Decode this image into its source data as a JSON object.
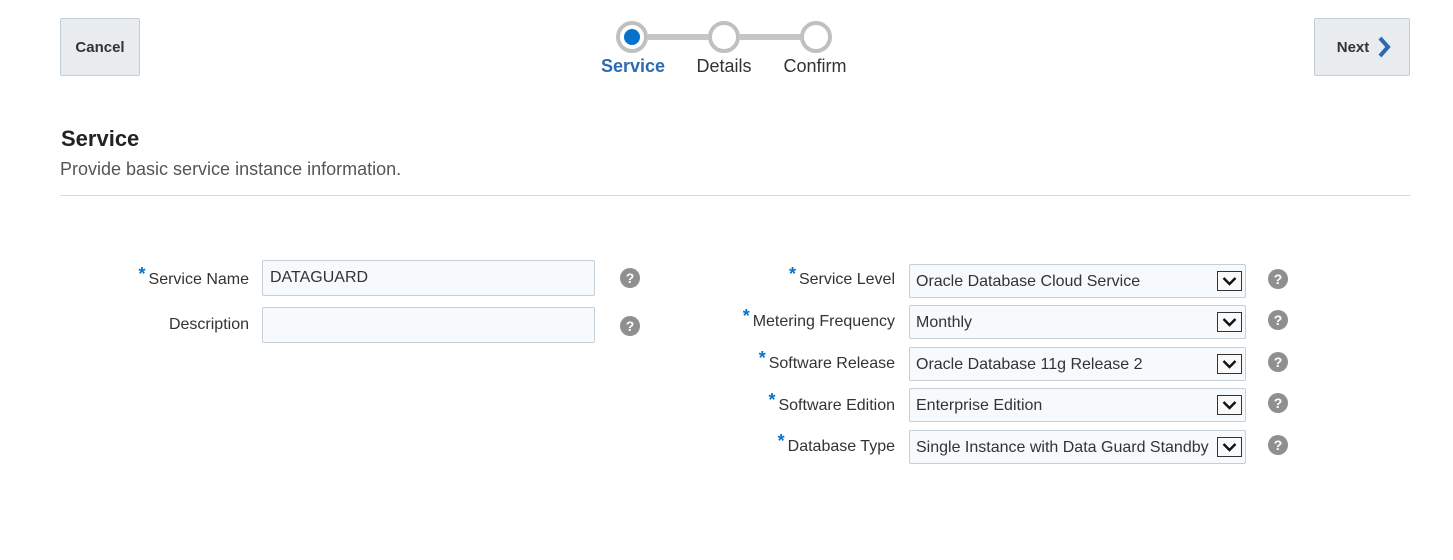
{
  "toolbar": {
    "cancel_label": "Cancel",
    "next_label": "Next"
  },
  "train": {
    "steps": [
      {
        "label": "Service",
        "state": "active"
      },
      {
        "label": "Details",
        "state": "inactive"
      },
      {
        "label": "Confirm",
        "state": "inactive"
      }
    ]
  },
  "section": {
    "title": "Service",
    "description": "Provide basic service instance information."
  },
  "form_left": {
    "service_name": {
      "label": "Service Name",
      "required": true,
      "value": "DATAGUARD"
    },
    "description": {
      "label": "Description",
      "required": false,
      "value": ""
    }
  },
  "form_right": {
    "service_level": {
      "label": "Service Level",
      "required": true,
      "value": "Oracle Database Cloud Service"
    },
    "metering_frequency": {
      "label": "Metering Frequency",
      "required": true,
      "value": "Monthly"
    },
    "software_release": {
      "label": "Software Release",
      "required": true,
      "value": "Oracle Database 11g Release 2"
    },
    "software_edition": {
      "label": "Software Edition",
      "required": true,
      "value": "Enterprise Edition"
    },
    "database_type": {
      "label": "Database Type",
      "required": true,
      "value": "Single Instance with Data Guard Standby"
    }
  },
  "common": {
    "required_mark": "*",
    "help_glyph": "?"
  },
  "colors": {
    "accent": "#0572ce",
    "active_step_text": "#2c6bb1",
    "help_icon": "#8f8f8f",
    "button_bg": "#e8ecef"
  }
}
